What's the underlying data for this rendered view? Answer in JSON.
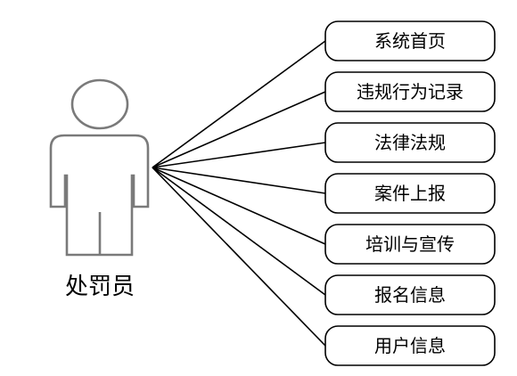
{
  "actor": {
    "name": "处罚员"
  },
  "use_cases": [
    {
      "label": "系统首页"
    },
    {
      "label": "违规行为记录"
    },
    {
      "label": "法律法规"
    },
    {
      "label": "案件上报"
    },
    {
      "label": "培训与宣传"
    },
    {
      "label": "报名信息"
    },
    {
      "label": "用户信息"
    }
  ]
}
